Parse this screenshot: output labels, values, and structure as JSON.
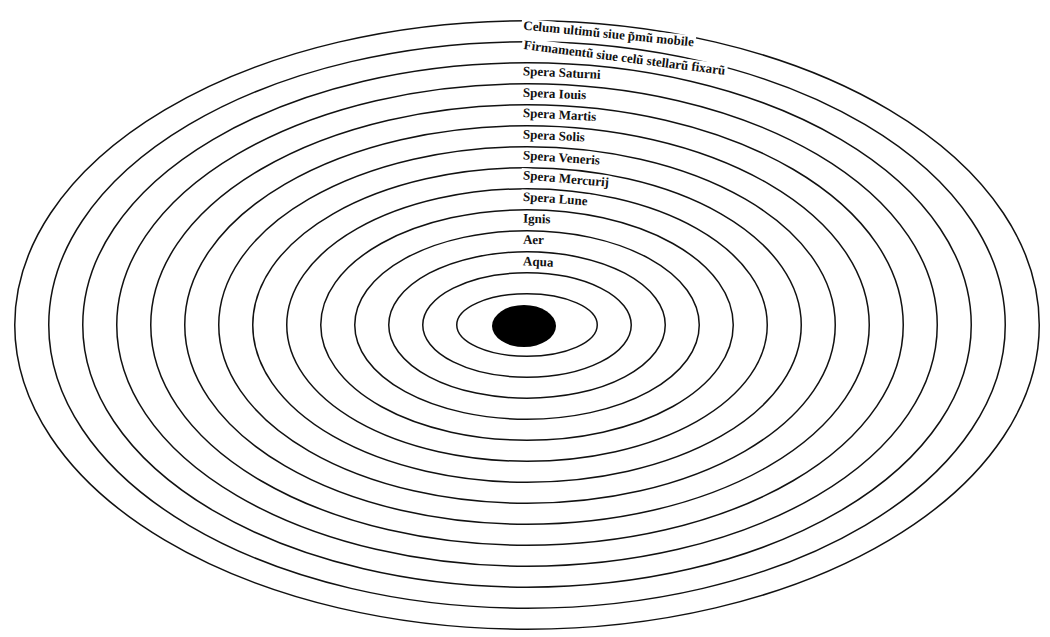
{
  "diagram": {
    "nodes": [
      {
        "text": [
          "Celum ultimũ siue p̃mũ mobile"
        ]
      },
      {
        "text": [
          "Firmamentũ siue celũ stellarũ fixarũ"
        ],
        "in": 0
      },
      {
        "text": [
          "Spera Saturni"
        ],
        "in": 1
      },
      {
        "text": [
          "Spera Iouis"
        ],
        "in": 2
      },
      {
        "text": [
          "Spera Martis"
        ],
        "in": 3
      },
      {
        "text": [
          "Spera Solis"
        ],
        "in": 4
      },
      {
        "text": [
          "Spera Veneris"
        ],
        "in": 5
      },
      {
        "text": [
          "Spera Mercurij"
        ],
        "in": 6
      },
      {
        "text": [
          "Spera Lune"
        ],
        "in": 7
      },
      {
        "text": [
          "Ignis"
        ],
        "in": 8
      },
      {
        "text": [
          "Aer"
        ],
        "in": 9
      },
      {
        "text": [
          "Aqua"
        ],
        "in": 10
      }
    ]
  }
}
